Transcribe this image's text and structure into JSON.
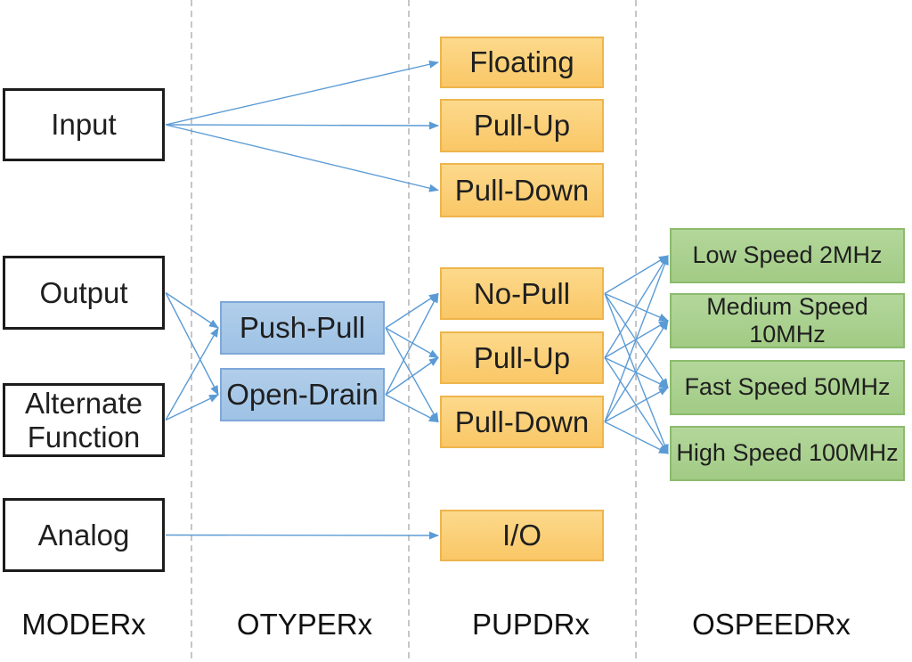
{
  "diagram": {
    "columns": [
      {
        "id": "moderx",
        "label": "MODERx"
      },
      {
        "id": "otyperx",
        "label": "OTYPERx"
      },
      {
        "id": "pupdrx",
        "label": "PUPDRx"
      },
      {
        "id": "ospeedrx",
        "label": "OSPEEDRx"
      }
    ],
    "nodes": {
      "input": {
        "label": "Input",
        "column": "moderx"
      },
      "output": {
        "label": "Output",
        "column": "moderx"
      },
      "alt_function": {
        "label": "Alternate Function",
        "column": "moderx"
      },
      "analog": {
        "label": "Analog",
        "column": "moderx"
      },
      "push_pull": {
        "label": "Push-Pull",
        "column": "otyperx"
      },
      "open_drain": {
        "label": "Open-Drain",
        "column": "otyperx"
      },
      "floating": {
        "label": "Floating",
        "column": "pupdrx"
      },
      "pull_up_in": {
        "label": "Pull-Up",
        "column": "pupdrx"
      },
      "pull_down_in": {
        "label": "Pull-Down",
        "column": "pupdrx"
      },
      "no_pull": {
        "label": "No-Pull",
        "column": "pupdrx"
      },
      "pull_up": {
        "label": "Pull-Up",
        "column": "pupdrx"
      },
      "pull_down": {
        "label": "Pull-Down",
        "column": "pupdrx"
      },
      "io": {
        "label": "I/O",
        "column": "pupdrx"
      },
      "low_speed": {
        "label": "Low Speed 2MHz",
        "column": "ospeedrx"
      },
      "medium_speed": {
        "label": "Medium Speed 10MHz",
        "column": "ospeedrx"
      },
      "fast_speed": {
        "label": "Fast Speed 50MHz",
        "column": "ospeedrx"
      },
      "high_speed": {
        "label": "High Speed 100MHz",
        "column": "ospeedrx"
      }
    },
    "edges": [
      {
        "from": "input",
        "to": "floating"
      },
      {
        "from": "input",
        "to": "pull_up_in"
      },
      {
        "from": "input",
        "to": "pull_down_in"
      },
      {
        "from": "output",
        "to": "push_pull"
      },
      {
        "from": "output",
        "to": "open_drain"
      },
      {
        "from": "alt_function",
        "to": "push_pull"
      },
      {
        "from": "alt_function",
        "to": "open_drain"
      },
      {
        "from": "push_pull",
        "to": "no_pull"
      },
      {
        "from": "push_pull",
        "to": "pull_up"
      },
      {
        "from": "push_pull",
        "to": "pull_down"
      },
      {
        "from": "open_drain",
        "to": "no_pull"
      },
      {
        "from": "open_drain",
        "to": "pull_up"
      },
      {
        "from": "open_drain",
        "to": "pull_down"
      },
      {
        "from": "no_pull",
        "to": "low_speed"
      },
      {
        "from": "no_pull",
        "to": "medium_speed"
      },
      {
        "from": "no_pull",
        "to": "fast_speed"
      },
      {
        "from": "no_pull",
        "to": "high_speed"
      },
      {
        "from": "pull_up",
        "to": "low_speed"
      },
      {
        "from": "pull_up",
        "to": "medium_speed"
      },
      {
        "from": "pull_up",
        "to": "fast_speed"
      },
      {
        "from": "pull_up",
        "to": "high_speed"
      },
      {
        "from": "pull_down",
        "to": "low_speed"
      },
      {
        "from": "pull_down",
        "to": "medium_speed"
      },
      {
        "from": "pull_down",
        "to": "fast_speed"
      },
      {
        "from": "pull_down",
        "to": "high_speed"
      },
      {
        "from": "analog",
        "to": "io"
      }
    ],
    "colors": {
      "arrow": "#5B9BD5",
      "separator": "#C6C6C6",
      "mode_fill": "#FFFFFF",
      "mode_border": "#1C1C1C",
      "otype_fill": "#9EC2E5",
      "otype_border": "#7FA7D8",
      "pupd_fill": "#FAC766",
      "pupd_border": "#EEB54C",
      "speed_fill": "#A2CB85",
      "speed_border": "#8CBB6D"
    }
  }
}
